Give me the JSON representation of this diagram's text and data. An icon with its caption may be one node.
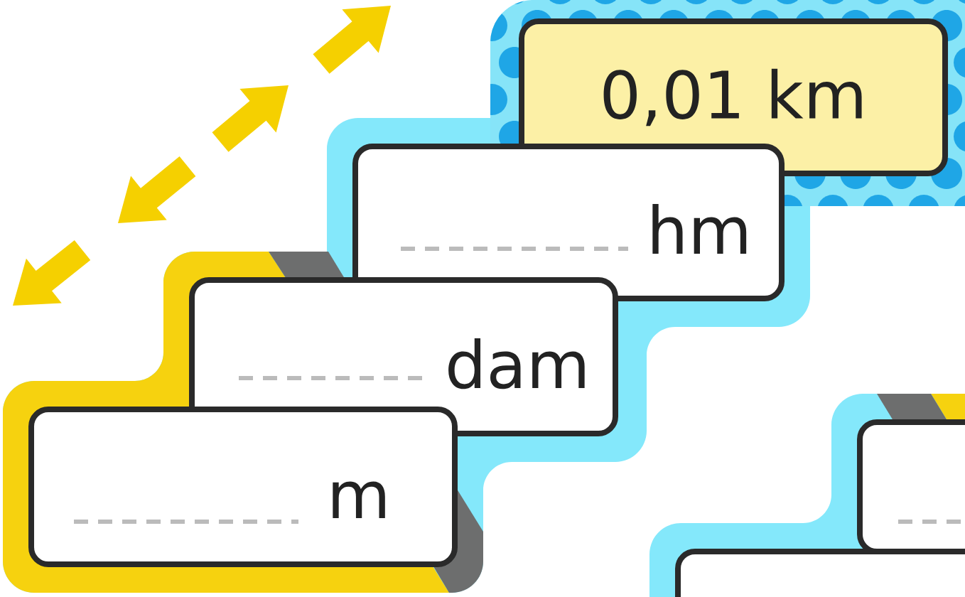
{
  "diagram": {
    "nodes": [
      {
        "text": [
          "0,01 km"
        ]
      },
      {
        "text": [
          "hm"
        ]
      },
      {
        "text": [
          "dam"
        ]
      },
      {
        "text": [
          "m"
        ]
      },
      {
        "text": [],
        "shape": "box"
      },
      {
        "text": [],
        "shape": "box"
      }
    ]
  }
}
